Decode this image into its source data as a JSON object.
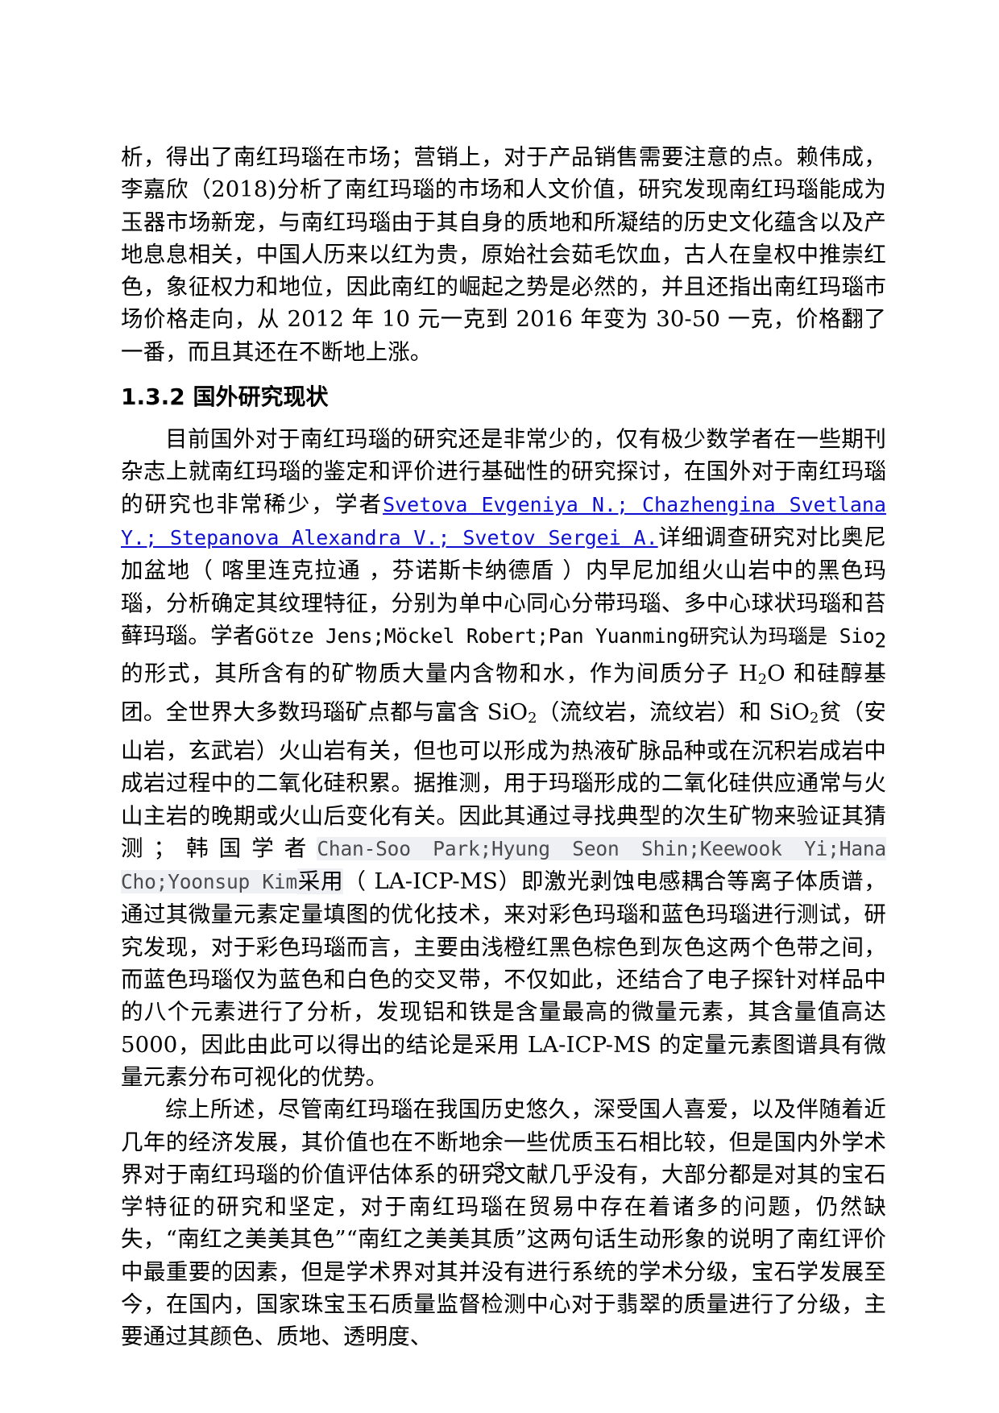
{
  "document": {
    "page_number": "3",
    "link_color": "#1010d0",
    "highlight_color": "#eef0f3"
  },
  "paragraphs": {
    "p1": {
      "text": "析，得出了南红玛瑙在市场；营销上，对于产品销售需要注意的点。赖伟成，李嘉欣（2018)分析了南红玛瑙的市场和人文价值，研究发现南红玛瑙能成为玉器市场新宠，与南红玛瑙由于其自身的质地和所凝结的历史文化蕴含以及产地息息相关，中国人历来以红为贵，原始社会茹毛饮血，古人在皇权中推崇红色，象征权力和地位，因此南红的崛起之势是必然的，并且还指出南红玛瑙市场价格走向，从 2012 年 10 元一克到 2016 年变为 30-50 一克，价格翻了一番，而且其还在不断地上涨。"
    }
  },
  "heading": {
    "number": "1.3.2",
    "title": "国外研究现状",
    "full": "1.3.2 国外研究现状"
  },
  "section": {
    "p2_part1": "目前国外对于南红玛瑙的研究还是非常少的，仅有极少数学者在一些期刊杂志上就南红玛瑙的鉴定和评价进行基础性的研究探讨，在国外对于南红玛瑙的研究也非常稀少，学者",
    "link1": "Svetova Evgeniya N.; Chazhengina Svetlana Y.; Stepanova Alexandra V.; Svetov Sergei A.",
    "p2_part2": "详细调查研究对比奥尼加盆地（ 喀里连克拉通 ，芬诺斯卡纳德盾 ）内早尼加组火山岩中的黑色玛瑙，分析确定其纹理特征，分别为单中心同心分带玛瑙、多中心球状玛瑙和苔藓玛瑙。学者",
    "scholar2": "Götze Jens;Möckel Robert;Pan Yuanming",
    "p2_part3a": "研究认为玛瑙是 Sio",
    "p2_part3a_sub": "2",
    "p2_part3b": "的形式，其所含有的矿物质大量内含物和水，作为间质分子 H",
    "p2_h2o_sub": "2",
    "p2_part3c": "O 和硅醇基团。全世界大多数玛瑙矿点都与富含 SiO",
    "p2_sio2_sub1": "2",
    "p2_part3d": "（流纹岩，流纹岩）和 SiO",
    "p2_sio2_sub2": "2",
    "p2_part3e": "贫（安山岩，玄武岩）火山岩有关，但也可以形成为热液矿脉品种或在沉积岩成岩中成岩过程中的二氧化硅积累。据推测，用于玛瑙形成的二氧化硅供应通常与火山主岩的晚期或火山后变化有关。因此其通过寻找典型的次生矿物来验证其猜测；韩国学者",
    "scholar3": "Chan-Soo Park;Hyung Seon Shin;Keewook Yi;Hana Cho;Yoonsup Kim",
    "scholar3_tail": "采用",
    "p2_part4": "（ LA-ICP-MS）即激光剥蚀电感耦合等离子体质谱，通过其微量元素定量填图的优化技术，来对彩色玛瑙和蓝色玛瑙进行测试，研究发现，对于彩色玛瑙而言，主要由浅橙红黑色棕色到灰色这两个色带之间，而蓝色玛瑙仅为蓝色和白色的交叉带，不仅如此，还结合了电子探针对样品中的八个元素进行了分析，发现铝和铁是含量最高的微量元素，其含量值高达 5000，因此由此可以得出的结论是采用 LA-ICP-MS 的定量元素图谱具有微量元素分布可视化的优势。",
    "p3": "综上所述，尽管南红玛瑙在我国历史悠久，深受国人喜爱，以及伴随着近几年的经济发展，其价值也在不断地余一些优质玉石相比较，但是国内外学术界对于南红玛瑙的价值评估体系的研究文献几乎没有，大部分都是对其的宝石学特征的研究和坚定，对于南红玛瑙在贸易中存在着诸多的问题，仍然缺失，“南红之美美其色”“南红之美美其质”这两句话生动形象的说明了南红评价中最重要的因素，但是学术界对其并没有进行系统的学术分级，宝石学发展至今，在国内，国家珠宝玉石质量监督检测中心对于翡翠的质量进行了分级，主要通过其颜色、质地、透明度、"
  }
}
